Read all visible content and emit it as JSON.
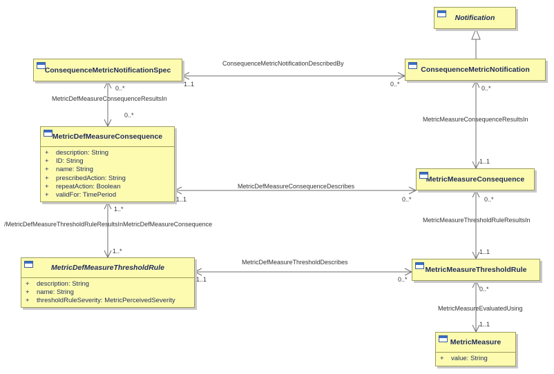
{
  "classes": {
    "notification": {
      "name": "Notification"
    },
    "cmns": {
      "name": "ConsequenceMetricNotificationSpec"
    },
    "cmn": {
      "name": "ConsequenceMetricNotification"
    },
    "mdmc": {
      "name": "MetricDefMeasureConsequence",
      "attributes": [
        {
          "vis": "+",
          "text": "description: String"
        },
        {
          "vis": "+",
          "text": "ID: String"
        },
        {
          "vis": "+",
          "text": "name: String"
        },
        {
          "vis": "+",
          "text": "prescribedAction: String"
        },
        {
          "vis": "+",
          "text": "repeatAction: Boolean"
        },
        {
          "vis": "+",
          "text": "validFor: TimePeriod"
        }
      ]
    },
    "mmc": {
      "name": "MetricMeasureConsequence"
    },
    "mdmtr": {
      "name": "MetricDefMeasureThresholdRule",
      "attributes": [
        {
          "vis": "+",
          "text": "description: String"
        },
        {
          "vis": "+",
          "text": "name: String"
        },
        {
          "vis": "+",
          "text": "thresholdRuleSeverity: MetricPerceivedSeverity"
        }
      ]
    },
    "mmtr": {
      "name": "MetricMeasureThresholdRule"
    },
    "mm": {
      "name": "MetricMeasure",
      "attributes": [
        {
          "vis": "+",
          "text": "value: String"
        }
      ]
    }
  },
  "associations": {
    "cmn_described_by": {
      "name": "ConsequenceMetricNotificationDescribedBy",
      "m1": "1..1",
      "m2": "0..*"
    },
    "mdm_consequence_results_in": {
      "name": "MetricDefMeasureConsequenceResultsIn",
      "m1": "0..*",
      "m2": "0..*"
    },
    "mm_consequence_results_in": {
      "name": "MetricMeasureConsequenceResultsIn",
      "m1": "0..*",
      "m2": "1..1"
    },
    "mdm_consequence_describes": {
      "name": "MetricDefMeasureConsequenceDescribes",
      "m1": "1..1",
      "m2": "0..*"
    },
    "threshold_rule_results_in": {
      "name": "/MetricDefMeasureThresholdRuleResultsInMetricDefMeasureConsequence",
      "m1": "1..*",
      "m2": "1..*"
    },
    "mm_threshold_rule_results_in": {
      "name": "MetricMeasureThresholdRuleResultsIn",
      "m1": "0..*",
      "m2": "1..1"
    },
    "mdm_threshold_describes": {
      "name": "MetricDefMeasureThresholdDescribes",
      "m1": "1..1",
      "m2": "0..*"
    },
    "mm_evaluated_using": {
      "name": "MetricMeasureEvaluatedUsing",
      "m1": "0..*",
      "m2": "1..1"
    }
  }
}
